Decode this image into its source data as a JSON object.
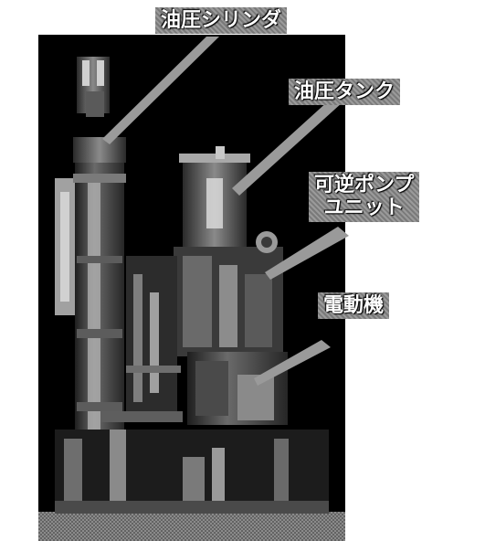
{
  "labels": {
    "cylinder": "油圧シリンダ",
    "tank": "油圧タンク",
    "pump_line1": "可逆ポンプ",
    "pump_line2": "ユニット",
    "motor": "電動機"
  },
  "colors": {
    "background": "#000000",
    "label_text": "#ffffff",
    "pointer": "#9a9a9a"
  }
}
